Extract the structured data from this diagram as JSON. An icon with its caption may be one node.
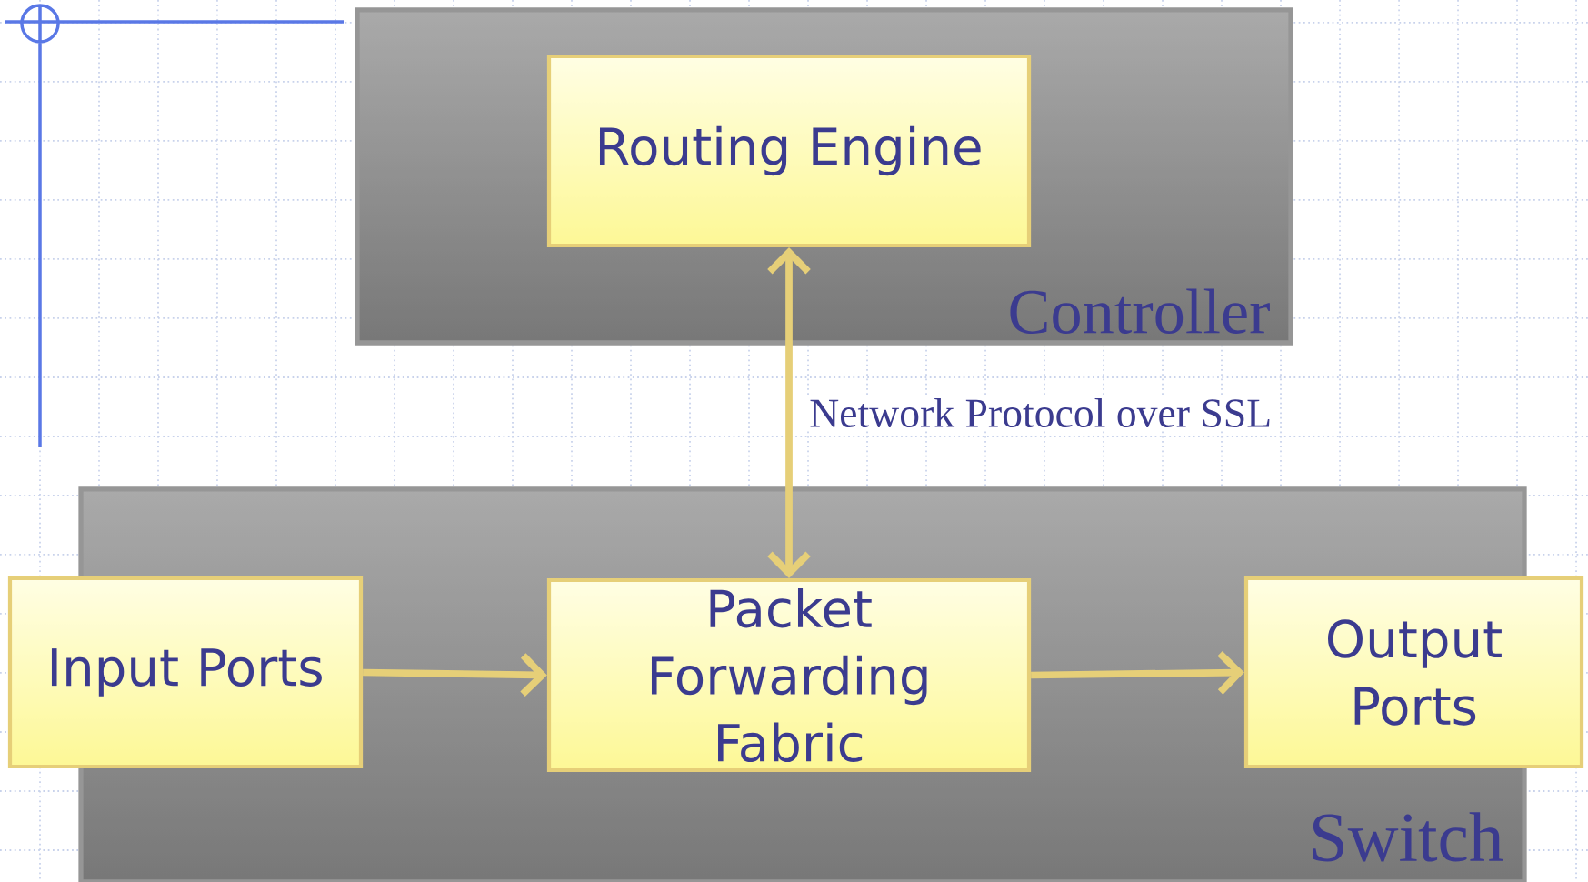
{
  "diagram": {
    "nodes": [
      {
        "text": [
          "Controller"
        ]
      },
      {
        "text": [
          "Routing Engine"
        ],
        "in": 0
      },
      {
        "text": [
          "Switch"
        ]
      },
      {
        "text": [
          "Input Ports"
        ]
      },
      {
        "text": [
          "Packet Forwarding Fabric"
        ],
        "in": 2
      },
      {
        "text": [
          "Output Ports"
        ]
      }
    ],
    "edges": [
      {
        "from": 1,
        "to": 4,
        "arrow": "both",
        "label": "Network Protocol over SSL"
      },
      {
        "from": 3,
        "to": 4,
        "arrow": "to"
      },
      {
        "from": 4,
        "to": 5,
        "arrow": "to"
      }
    ]
  }
}
